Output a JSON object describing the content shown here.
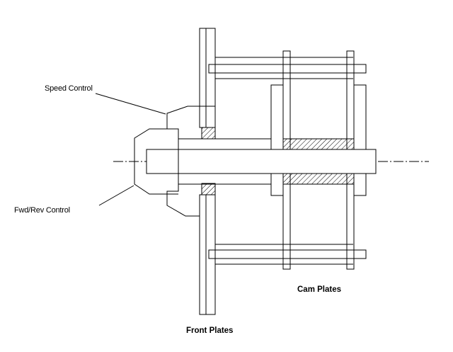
{
  "labels": {
    "speed_control": "Speed Control",
    "fwd_rev_control": "Fwd/Rev Control",
    "cam_plates": "Cam Plates",
    "front_plates": "Front Plates"
  },
  "colors": {
    "line": "#000000",
    "background": "#ffffff"
  }
}
